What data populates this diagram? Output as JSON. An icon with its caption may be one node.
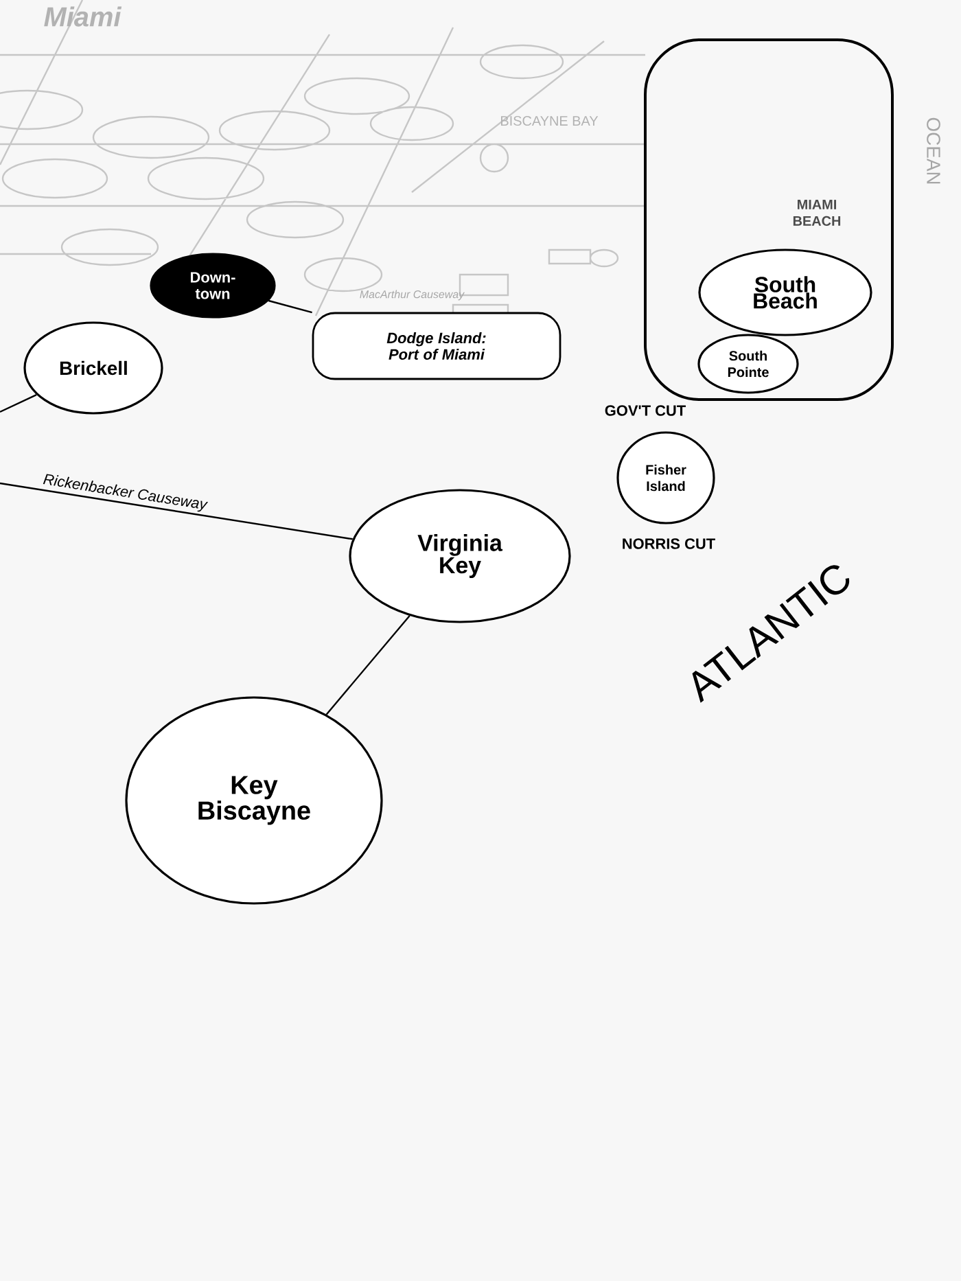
{
  "diagram": {
    "nodes": [
      {
        "text": [
          "Down-town"
        ]
      },
      {
        "text": [
          "Brickell"
        ]
      },
      {
        "text": [
          "Dodge Island: Port of Miami"
        ]
      },
      {
        "text": [
          "MIAMI BEACH"
        ]
      },
      {
        "text": [
          "South Beach"
        ],
        "in": 3
      },
      {
        "text": [
          "South Pointe"
        ],
        "in": 3
      },
      {
        "text": [
          "Fisher Island"
        ]
      },
      {
        "text": [
          "Virginia Key"
        ]
      },
      {
        "text": [
          "Key Biscayne"
        ]
      }
    ],
    "edges": [
      {
        "from": 0,
        "to": 2,
        "arrow": "none"
      },
      {
        "from": null,
        "to": 1,
        "arrow": "none"
      },
      {
        "from": null,
        "to": 7,
        "arrow": "none",
        "label": "Rickenbacker Causeway"
      },
      {
        "from": 7,
        "to": 8,
        "arrow": "none"
      }
    ],
    "labels": [
      "Miami",
      "BISCAYNE BAY",
      "MacArthur Causeway",
      "GOV'T CUT",
      "NORRIS CUT",
      "ATLANTIC",
      "OCEAN"
    ]
  }
}
